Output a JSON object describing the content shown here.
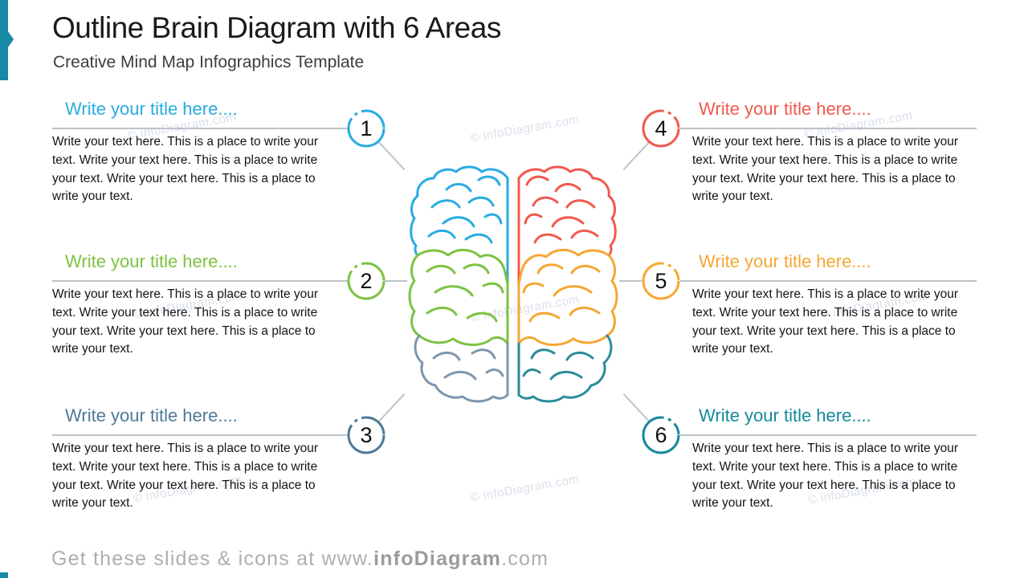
{
  "slide": {
    "title": "Outline Brain Diagram with 6 Areas",
    "subtitle": "Creative Mind Map Infographics Template",
    "accent_color": "#1889A4"
  },
  "sections": [
    {
      "number": "1",
      "side": "left",
      "color": "#29ABE2",
      "title": "Write your title here....",
      "body": "Write your text here. This is a place to write your text. Write your text here. This is a place to write your text. Write your text here. This is a place to write your text."
    },
    {
      "number": "2",
      "side": "left",
      "color": "#7DC242",
      "title": "Write your title here....",
      "body": "Write your text here. This is a place to write your text. Write your text here. This is a place to write your text. Write your text here. This is a place to write your text."
    },
    {
      "number": "3",
      "side": "left",
      "color": "#4E7A96",
      "title": "Write your title here....",
      "body": "Write your text here. This is a place to write your text. Write your text here. This is a place to write your text. Write your text here. This is a place to write your text."
    },
    {
      "number": "4",
      "side": "right",
      "color": "#F1594F",
      "title": "Write your title here....",
      "body": "Write your text here. This is a place to write your text. Write your text here. This is a place to write your text. Write your text here. This is a place to write your text."
    },
    {
      "number": "5",
      "side": "right",
      "color": "#F5A733",
      "title": "Write your title here....",
      "body": "Write your text here. This is a place to write your text. Write your text here. This is a place to write your text. Write your text here. This is a place to write your text."
    },
    {
      "number": "6",
      "side": "right",
      "color": "#15899B",
      "title": "Write your title here....",
      "body": "Write your text here. This is a place to write your text. Write your text here. This is a place to write your text. Write your text here. This is a place to write your text."
    }
  ],
  "brain": {
    "regions": [
      {
        "name": "top-left",
        "color": "#29ABE2"
      },
      {
        "name": "top-right",
        "color": "#F1594F"
      },
      {
        "name": "mid-left",
        "color": "#7DC242"
      },
      {
        "name": "mid-right",
        "color": "#F5A733"
      },
      {
        "name": "bottom-left",
        "color": "#7E96AC"
      },
      {
        "name": "bottom-right",
        "color": "#2A8C99"
      }
    ]
  },
  "watermark": {
    "text": "© infoDiagram.com"
  },
  "footer": {
    "prefix": "Get these slides & icons at www.",
    "brand": "infoDiagram",
    "suffix": ".com"
  }
}
